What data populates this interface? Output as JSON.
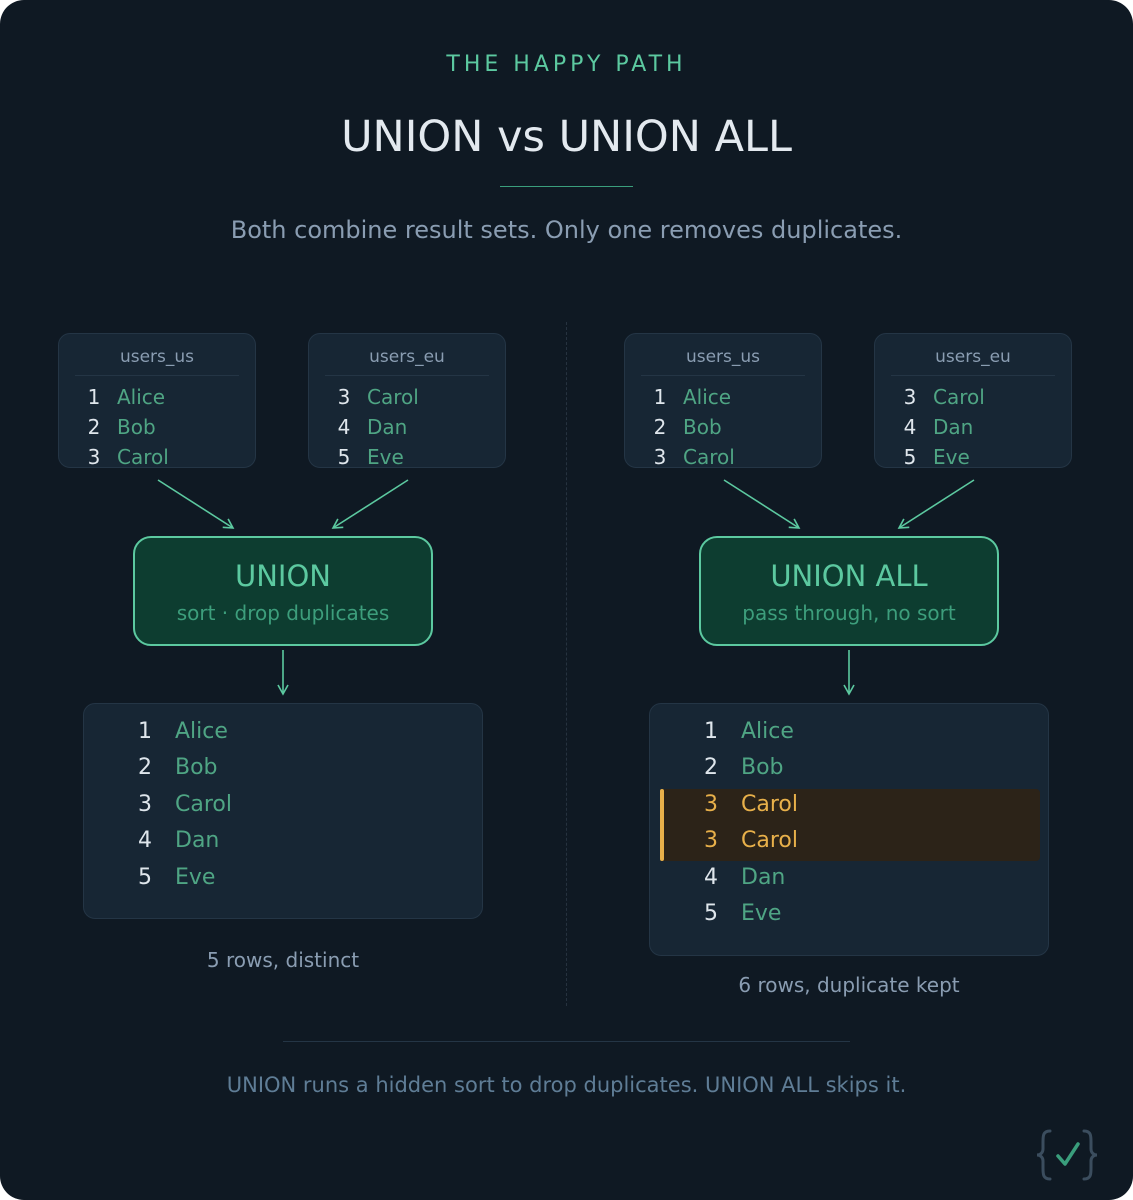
{
  "header": {
    "eyebrow": "THE HAPPY PATH",
    "title": "UNION vs UNION ALL",
    "subtitle": "Both combine result sets. Only one removes duplicates."
  },
  "colors": {
    "background": "#0f1923",
    "accent": "#5cc9a0",
    "name_text": "#4fa584",
    "duplicate_highlight": "#e8b04a",
    "operator_fill": "#0d3d30"
  },
  "left_panel": {
    "tables": [
      {
        "name": "users_us",
        "rows": [
          {
            "id": "1",
            "name": "Alice"
          },
          {
            "id": "2",
            "name": "Bob"
          },
          {
            "id": "3",
            "name": "Carol"
          }
        ]
      },
      {
        "name": "users_eu",
        "rows": [
          {
            "id": "3",
            "name": "Carol"
          },
          {
            "id": "4",
            "name": "Dan"
          },
          {
            "id": "5",
            "name": "Eve"
          }
        ]
      }
    ],
    "operator": {
      "title": "UNION",
      "subtitle": "sort · drop duplicates"
    },
    "result": {
      "rows": [
        {
          "id": "1",
          "name": "Alice"
        },
        {
          "id": "2",
          "name": "Bob"
        },
        {
          "id": "3",
          "name": "Carol"
        },
        {
          "id": "4",
          "name": "Dan"
        },
        {
          "id": "5",
          "name": "Eve"
        }
      ],
      "caption": "5 rows, distinct"
    }
  },
  "right_panel": {
    "tables": [
      {
        "name": "users_us",
        "rows": [
          {
            "id": "1",
            "name": "Alice"
          },
          {
            "id": "2",
            "name": "Bob"
          },
          {
            "id": "3",
            "name": "Carol"
          }
        ]
      },
      {
        "name": "users_eu",
        "rows": [
          {
            "id": "3",
            "name": "Carol"
          },
          {
            "id": "4",
            "name": "Dan"
          },
          {
            "id": "5",
            "name": "Eve"
          }
        ]
      }
    ],
    "operator": {
      "title": "UNION ALL",
      "subtitle": "pass through, no sort"
    },
    "result": {
      "rows": [
        {
          "id": "1",
          "name": "Alice",
          "duplicate": false
        },
        {
          "id": "2",
          "name": "Bob",
          "duplicate": false
        },
        {
          "id": "3",
          "name": "Carol",
          "duplicate": true
        },
        {
          "id": "3",
          "name": "Carol",
          "duplicate": true
        },
        {
          "id": "4",
          "name": "Dan",
          "duplicate": false
        },
        {
          "id": "5",
          "name": "Eve",
          "duplicate": false
        }
      ],
      "caption": "6 rows, duplicate kept"
    }
  },
  "footer": {
    "text": "UNION runs a hidden sort to drop duplicates. UNION ALL skips it.",
    "logo_icon": "braces-check-icon"
  }
}
